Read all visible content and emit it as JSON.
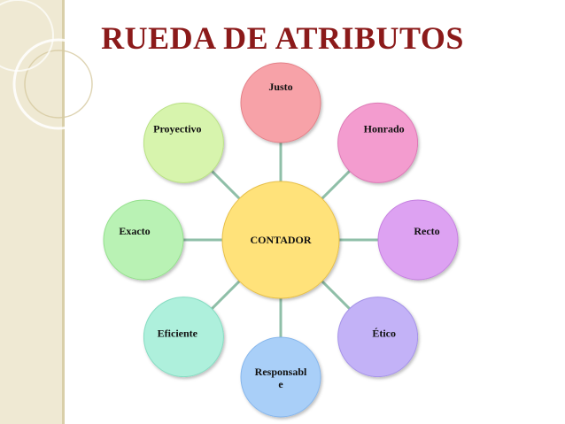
{
  "title": "RUEDA DE ATRIBUTOS",
  "center": {
    "label": "CONTADOR",
    "color": "#ffe27a",
    "stroke": "#e8c04a"
  },
  "nodes": [
    {
      "id": "justo",
      "lines": [
        "Justo"
      ],
      "color": "#f7a2a8",
      "stroke": "#e48088"
    },
    {
      "id": "honrado",
      "lines": [
        "Honrado"
      ],
      "color": "#f39ccf",
      "stroke": "#dd7ab6"
    },
    {
      "id": "recto",
      "lines": [
        "Recto"
      ],
      "color": "#dda2f2",
      "stroke": "#c581e0"
    },
    {
      "id": "etico",
      "lines": [
        "Ético"
      ],
      "color": "#c3b2f7",
      "stroke": "#a694e8"
    },
    {
      "id": "responsable",
      "lines": [
        "Responsabl",
        "e"
      ],
      "color": "#a9cff8",
      "stroke": "#86b6ec"
    },
    {
      "id": "eficiente",
      "lines": [
        "Eficiente"
      ],
      "color": "#aef0dc",
      "stroke": "#86dcc2"
    },
    {
      "id": "exacto",
      "lines": [
        "Exacto"
      ],
      "color": "#b9f2b4",
      "stroke": "#94e08d"
    },
    {
      "id": "proyectivo",
      "lines": [
        "Proyectivo"
      ],
      "color": "#d7f4ad",
      "stroke": "#b9e184"
    }
  ],
  "connector_color": "#8fbfa8"
}
